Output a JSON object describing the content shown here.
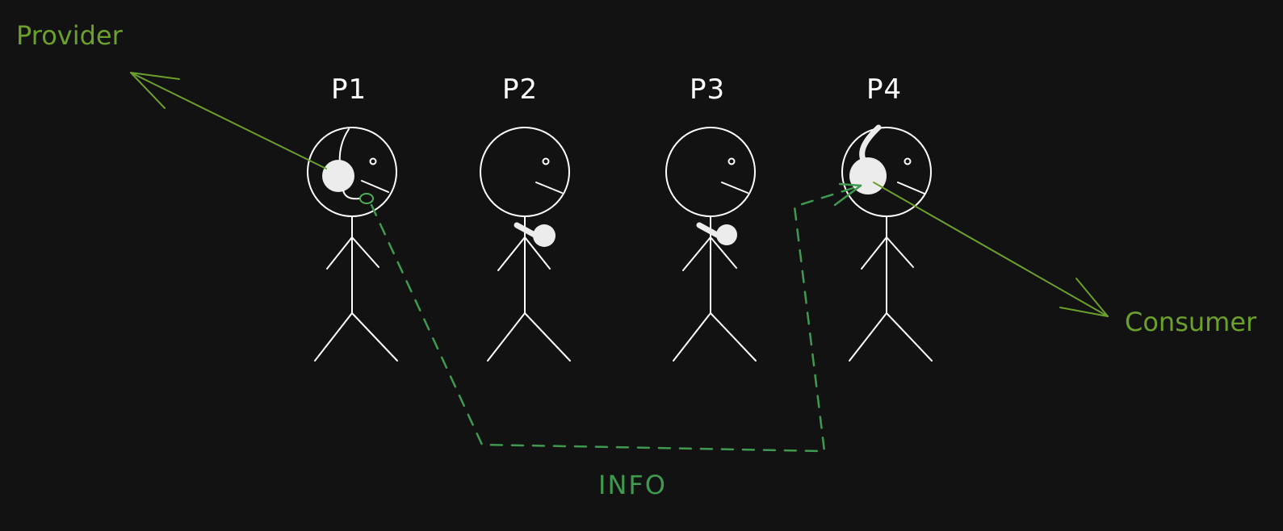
{
  "people": [
    {
      "id": "p1",
      "label": "P1",
      "headset": "mic"
    },
    {
      "id": "p2",
      "label": "P2",
      "headset": "none"
    },
    {
      "id": "p3",
      "label": "P3",
      "headset": "none"
    },
    {
      "id": "p4",
      "label": "P4",
      "headset": "earphone"
    }
  ],
  "roles": {
    "provider": "Provider",
    "consumer": "Consumer"
  },
  "flow": {
    "label": "INFO"
  },
  "colors": {
    "background": "#121212",
    "figure": "#ffffff",
    "role_arrow": "#6ba02a",
    "info_path": "#3f9a50"
  }
}
